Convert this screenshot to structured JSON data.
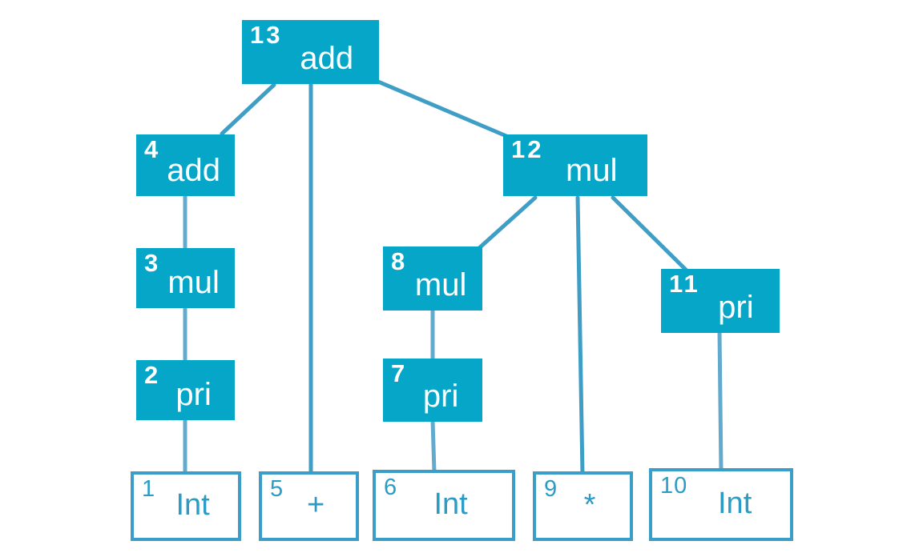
{
  "diagram": {
    "kind": "parse-tree",
    "colors": {
      "node_fill": "#06a6c8",
      "node_text_filled": "#ffffff",
      "leaf_border": "#3a9ec8",
      "leaf_text": "#2a9cc5",
      "edge": "#3f9ec6",
      "edge_light": "#63abce",
      "background": "#ffffff"
    },
    "nodes": {
      "n13": {
        "num": "13",
        "label": "add",
        "type": "internal"
      },
      "n4": {
        "num": "4",
        "label": "add",
        "type": "internal"
      },
      "n12": {
        "num": "12",
        "label": "mul",
        "type": "internal"
      },
      "n3": {
        "num": "3",
        "label": "mul",
        "type": "internal"
      },
      "n2": {
        "num": "2",
        "label": "pri",
        "type": "internal"
      },
      "n8": {
        "num": "8",
        "label": "mul",
        "type": "internal"
      },
      "n7": {
        "num": "7",
        "label": "pri",
        "type": "internal"
      },
      "n11": {
        "num": "11",
        "label": "pri",
        "type": "internal"
      },
      "n1": {
        "num": "1",
        "label": "Int",
        "type": "leaf"
      },
      "n5": {
        "num": "5",
        "label": "+",
        "type": "leaf"
      },
      "n6": {
        "num": "6",
        "label": "Int",
        "type": "leaf"
      },
      "n9": {
        "num": "9",
        "label": "*",
        "type": "leaf"
      },
      "n10": {
        "num": "10",
        "label": "Int",
        "type": "leaf"
      }
    },
    "edges": [
      {
        "from": "13",
        "to": "4"
      },
      {
        "from": "13",
        "to": "5"
      },
      {
        "from": "13",
        "to": "12"
      },
      {
        "from": "4",
        "to": "3"
      },
      {
        "from": "3",
        "to": "2"
      },
      {
        "from": "2",
        "to": "1"
      },
      {
        "from": "12",
        "to": "8"
      },
      {
        "from": "12",
        "to": "9"
      },
      {
        "from": "12",
        "to": "11"
      },
      {
        "from": "8",
        "to": "7"
      },
      {
        "from": "7",
        "to": "6"
      },
      {
        "from": "11",
        "to": "10"
      }
    ]
  }
}
